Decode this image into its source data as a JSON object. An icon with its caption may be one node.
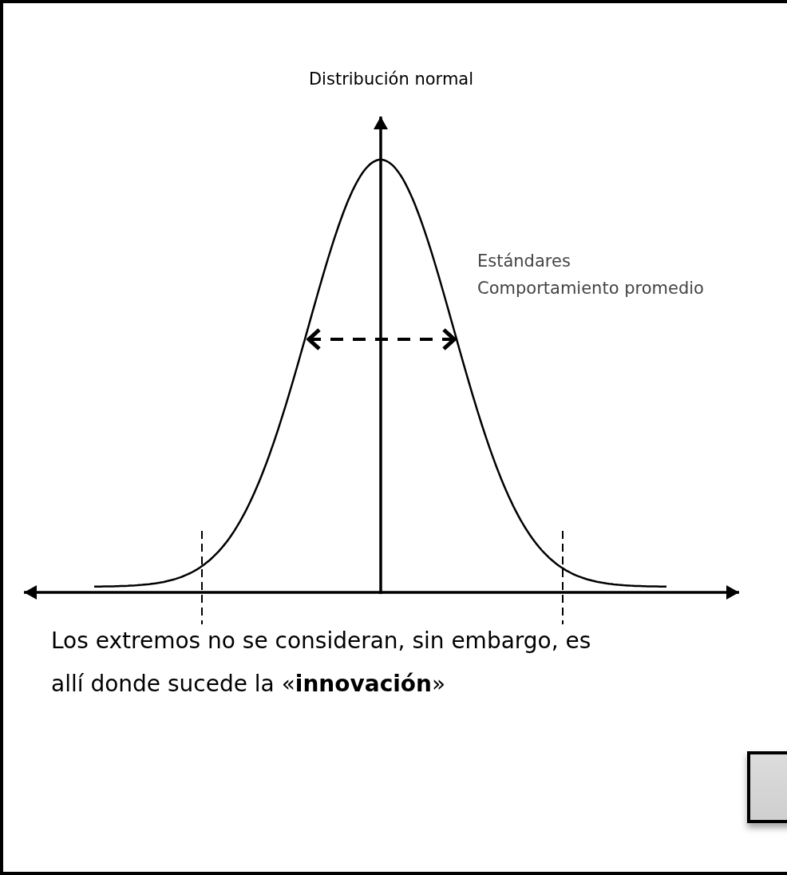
{
  "diagram": {
    "title": "Distribución normal",
    "nodes": [
      {
        "text": [],
        "shape": "box"
      }
    ],
    "labels": [
      "Estándares",
      "Comportamiento promedio",
      "Los extremos no se consideran, sin embargo, es allí donde sucede la «**innovación**»"
    ]
  }
}
